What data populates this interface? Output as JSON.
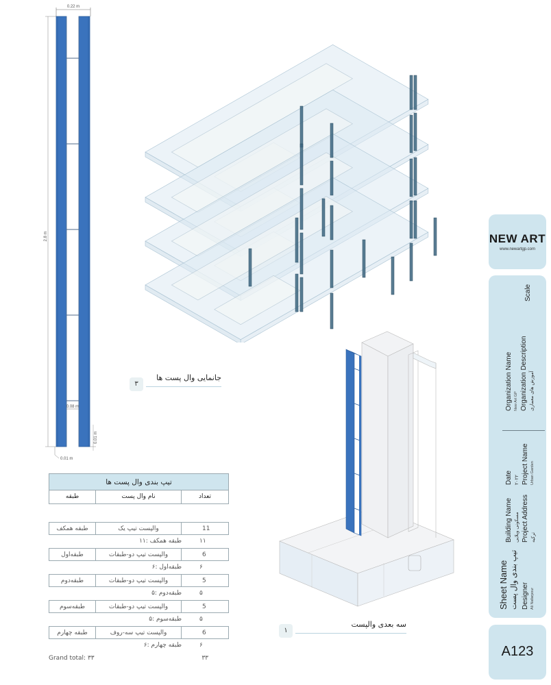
{
  "elevation": {
    "name": "wallpost-section-elevation",
    "dimensions": {
      "overall_width": "0.22 m",
      "overall_height": "2.8 m",
      "inner_width": "0.08 m",
      "bottom_offset": "0.01 m",
      "side_offset": "0.01 m"
    },
    "colors": {
      "steel": "#3a73bd",
      "steel_edge": "#2b5c9b"
    },
    "divider_count": 5
  },
  "views": {
    "placement": {
      "number": "۳",
      "title": "جانمایی وال پست ها"
    },
    "axonometric": {
      "number": "۱",
      "title": "سه بعدی والپست"
    }
  },
  "schedule": {
    "title": "تیپ بندی وال پست ها",
    "headers": {
      "count": "تعداد",
      "name": "نام وال پست",
      "floor": "طبقه"
    },
    "groups": [
      {
        "count": "11",
        "name": "والپست تیپ یک",
        "floor": "طبقه همکف",
        "subtotal_label": "طبقه همکف :۱۱",
        "subtotal": "۱۱"
      },
      {
        "count": "6",
        "name": "والپست تیپ دو-طبقات",
        "floor": "طبقه‌اول",
        "subtotal_label": "طبقه‌اول :۶",
        "subtotal": "۶"
      },
      {
        "count": "5",
        "name": "والپست تیپ دو-طبقات",
        "floor": "طبقه‌دوم",
        "subtotal_label": "طبقه‌دوم :۵",
        "subtotal": "۵"
      },
      {
        "count": "5",
        "name": "والپست تیپ دو-طبقات",
        "floor": "طبقه‌سوم",
        "subtotal_label": "طبقه‌سوم :۵",
        "subtotal": "۵"
      },
      {
        "count": "6",
        "name": "والپست تیپ سه-روف",
        "floor": "طبقه چهارم",
        "subtotal_label": "طبقه چهارم :۶",
        "subtotal": "۶"
      }
    ],
    "grand_total_label": "Grand total: ۳۳",
    "grand_total": "۳۳"
  },
  "title_block": {
    "logo": {
      "text": "NEW ART",
      "url": "www.newartgp.com"
    },
    "scale_label": "Scale",
    "organization_name_label": "Organization Name",
    "organization_name": "New Art GP",
    "organization_description_label": "Organization Description",
    "organization_description": "آموزش های معماری",
    "date_label": "Date",
    "date": "۲۰۲۲",
    "project_name_label": "Project Name",
    "project_name": "Urban Garden",
    "building_name_label": "Building Name",
    "building_name": "مسکونی ویلایی",
    "project_address_label": "Project Address",
    "project_address": "ترکیه",
    "sheet_name_label": "Sheet Name",
    "sheet_name": "تیپ بندی وال پست",
    "designer_label": "Designer",
    "designer": "Ali Nafarpour",
    "sheet_number": "A123",
    "card_color": "#cfe5ee"
  }
}
